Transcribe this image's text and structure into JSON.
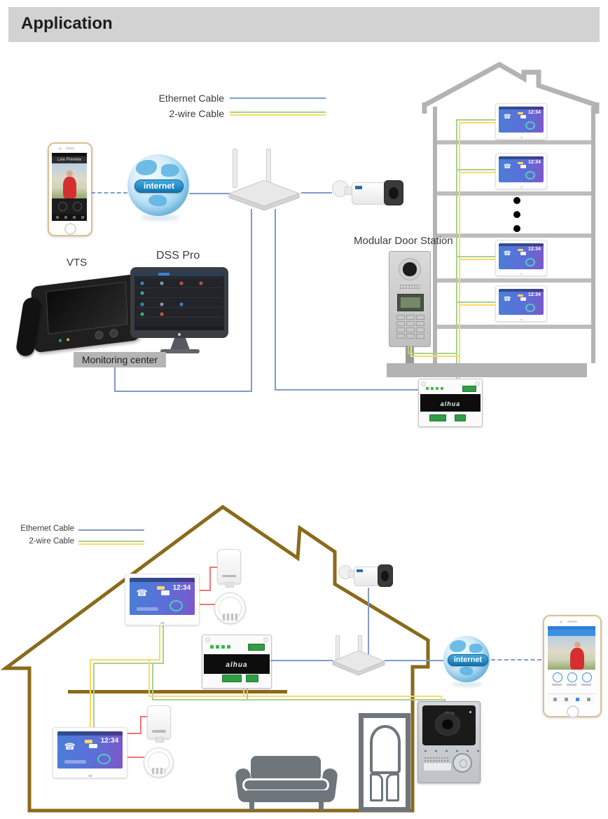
{
  "header": {
    "title": "Application"
  },
  "legend": {
    "ethernet_label": "Ethernet Cable",
    "two_wire_label": "2-wire Cable"
  },
  "icons": {
    "phone_glyph": "☎",
    "mail_glyph": "✉"
  },
  "diagram1": {
    "phone_app_title": "Live Preview",
    "internet_label": "internet",
    "vts_label": "VTS",
    "dss_pro_label": "DSS Pro",
    "monitoring_center_label": "Monitoring center",
    "modular_door_station_label": "Modular Door Station",
    "indoor_monitor_time": "12:34",
    "distributor_brand": "alhua"
  },
  "diagram2": {
    "internet_label": "internet",
    "indoor_monitor_time": "12:34",
    "distributor_brand": "alhua",
    "door_station_brand": "alhua"
  },
  "colors": {
    "ethernet_cable": "#7f9bc9",
    "two_wire_green": "#a9d18e",
    "two_wire_yellow": "#ffd966",
    "house_outline_gold": "#8a6a1b",
    "building_outline_gray": "#b3b3b3",
    "alarm_wire_red": "#f07575",
    "monitor_screen_blue": "#4a7fd6",
    "monitor_screen_purple": "#7e57c9",
    "led_green": "#3db54a",
    "header_bar_gray": "#d2d2d2"
  }
}
